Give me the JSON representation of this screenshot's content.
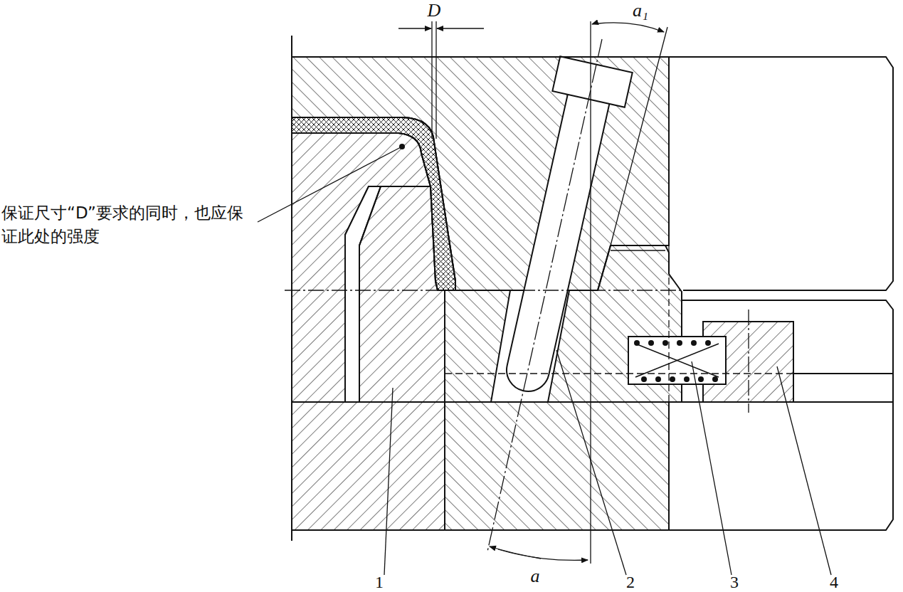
{
  "diagram": {
    "labels": [
      "D",
      "a₁",
      "a",
      "保证尺寸“D”要求的同时，也应保证此处的强度",
      "1",
      "2",
      "3",
      "4"
    ]
  }
}
